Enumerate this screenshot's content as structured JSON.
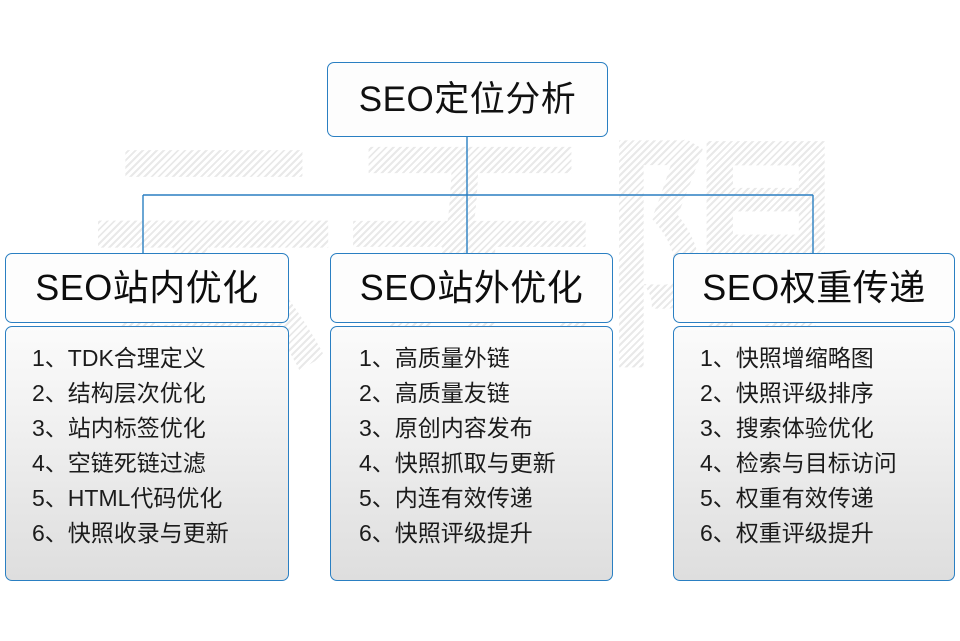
{
  "diagram": {
    "title_box": {
      "label": "SEO定位分析"
    },
    "watermark": {
      "text": "云无限"
    },
    "colors": {
      "border": "#2a7fc2",
      "text": "#111111",
      "body_top": "#fbfbfb",
      "body_bottom": "#dedede",
      "watermark": "#e9e9e9",
      "background": "#ffffff"
    },
    "columns": [
      {
        "header": "SEO站内优化",
        "items": [
          "1、TDK合理定义",
          "2、结构层次优化",
          "3、站内标签优化",
          "4、空链死链过滤",
          "5、HTML代码优化",
          "6、快照收录与更新"
        ]
      },
      {
        "header": "SEO站外优化",
        "items": [
          "1、高质量外链",
          "2、高质量友链",
          "3、原创内容发布",
          "4、快照抓取与更新",
          "5、内连有效传递",
          "6、快照评级提升"
        ]
      },
      {
        "header": "SEO权重传递",
        "items": [
          "1、快照增缩略图",
          "2、快照评级排序",
          "3、搜索体验优化",
          "4、检索与目标访问",
          "5、权重有效传递",
          "6、权重评级提升"
        ]
      }
    ]
  }
}
